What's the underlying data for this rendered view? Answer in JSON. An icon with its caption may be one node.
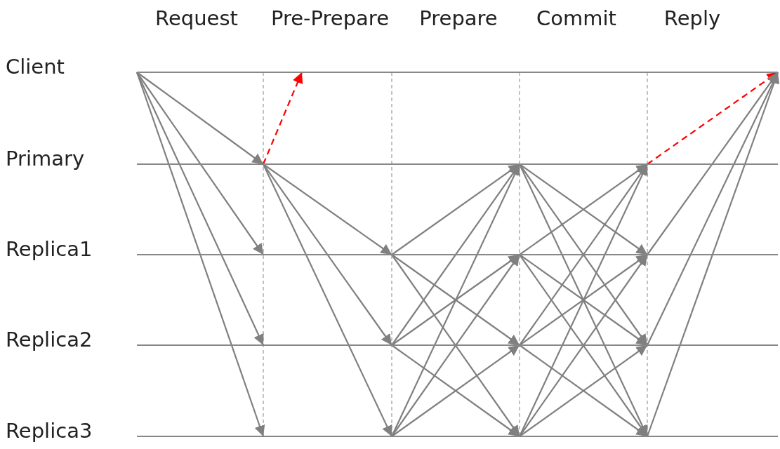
{
  "diagram": {
    "nodes": [
      {
        "text": [
          "Client"
        ]
      },
      {
        "text": [
          "Primary"
        ]
      },
      {
        "text": [
          "Replica1"
        ]
      },
      {
        "text": [
          "Replica2"
        ]
      },
      {
        "text": [
          "Replica3"
        ]
      }
    ],
    "edges": [
      {
        "from": 0,
        "to": 1,
        "arrow": "to"
      },
      {
        "from": 0,
        "to": 2,
        "arrow": "to"
      },
      {
        "from": 0,
        "to": 3,
        "arrow": "to"
      },
      {
        "from": 0,
        "to": 4,
        "arrow": "to"
      },
      {
        "from": 1,
        "to": 0,
        "arrow": "to",
        "style": "dashed",
        "color": "#ff0000"
      },
      {
        "from": 1,
        "to": 2,
        "arrow": "to"
      },
      {
        "from": 1,
        "to": 3,
        "arrow": "to"
      },
      {
        "from": 1,
        "to": 4,
        "arrow": "to"
      },
      {
        "from": 2,
        "to": 1,
        "arrow": "to"
      },
      {
        "from": 2,
        "to": 3,
        "arrow": "to"
      },
      {
        "from": 2,
        "to": 4,
        "arrow": "to"
      },
      {
        "from": 3,
        "to": 1,
        "arrow": "to"
      },
      {
        "from": 3,
        "to": 2,
        "arrow": "to"
      },
      {
        "from": 3,
        "to": 4,
        "arrow": "to"
      },
      {
        "from": 4,
        "to": 1,
        "arrow": "to"
      },
      {
        "from": 4,
        "to": 2,
        "arrow": "to"
      },
      {
        "from": 4,
        "to": 3,
        "arrow": "to"
      },
      {
        "from": 1,
        "to": 2,
        "arrow": "to"
      },
      {
        "from": 1,
        "to": 3,
        "arrow": "to"
      },
      {
        "from": 1,
        "to": 4,
        "arrow": "to"
      },
      {
        "from": 2,
        "to": 1,
        "arrow": "to"
      },
      {
        "from": 2,
        "to": 3,
        "arrow": "to"
      },
      {
        "from": 2,
        "to": 4,
        "arrow": "to"
      },
      {
        "from": 3,
        "to": 1,
        "arrow": "to"
      },
      {
        "from": 3,
        "to": 2,
        "arrow": "to"
      },
      {
        "from": 3,
        "to": 4,
        "arrow": "to"
      },
      {
        "from": 4,
        "to": 1,
        "arrow": "to"
      },
      {
        "from": 4,
        "to": 2,
        "arrow": "to"
      },
      {
        "from": 4,
        "to": 3,
        "arrow": "to"
      },
      {
        "from": 1,
        "to": 0,
        "arrow": "to",
        "style": "dashed",
        "color": "#ff0000"
      },
      {
        "from": 2,
        "to": 0,
        "arrow": "to"
      },
      {
        "from": 3,
        "to": 0,
        "arrow": "to"
      },
      {
        "from": 4,
        "to": 0,
        "arrow": "to"
      }
    ],
    "labels": [
      "Request",
      "Pre-Prepare",
      "Prepare",
      "Commit",
      "Reply"
    ]
  }
}
